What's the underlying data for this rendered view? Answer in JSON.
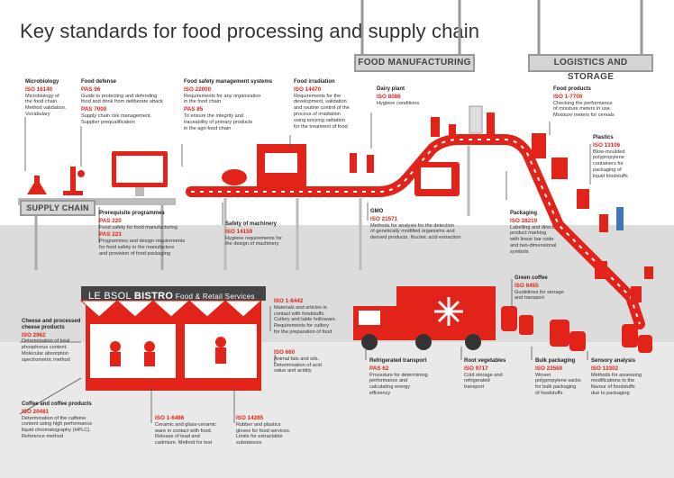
{
  "title": "Key standards for food processing and supply chain",
  "signs": {
    "food_manufacturing": "FOOD MANUFACTURING",
    "logistics_storage": "LOGISTICS AND STORAGE",
    "supply_chain": "SUPPLY CHAIN"
  },
  "restaurant": {
    "name_a": "LE BSOL ",
    "name_b": "BISTRO",
    "name_c": " Food & Retail Services"
  },
  "blocks": [
    {
      "id": "microbiology",
      "heading": "Microbiology",
      "entries": [
        {
          "iso": "ISO 16140",
          "desc": [
            "Microbiology of",
            "the food chain.",
            "Method validation.",
            "Vocabulary"
          ]
        }
      ]
    },
    {
      "id": "food-defense",
      "heading": "Food defense",
      "entries": [
        {
          "iso": "PAS 96",
          "desc": [
            "Guide to protecting and defending",
            "food and drink from deliberate attack"
          ]
        },
        {
          "iso": "PAS 7000",
          "desc": [
            "Supply chain risk management.",
            "Supplier prequalification"
          ]
        }
      ]
    },
    {
      "id": "fsms",
      "heading": "Food safety management systems",
      "entries": [
        {
          "iso": "ISO 22000",
          "desc": [
            "Requirements for any organization",
            "in the food chain"
          ]
        },
        {
          "iso": "PAS 85",
          "desc": [
            "To ensure the integrity and",
            "traceability of primary products",
            "in the agri-food chain"
          ]
        }
      ]
    },
    {
      "id": "irradiation",
      "heading": "Food irradiation",
      "entries": [
        {
          "iso": "ISO 14470",
          "desc": [
            "Requirements for the",
            "development, validation",
            "and routine control of the",
            "process of irradiation",
            "using ionizing radiation",
            "for the treatment of food"
          ]
        }
      ]
    },
    {
      "id": "dairy",
      "heading": "Dairy plant",
      "entries": [
        {
          "iso": "ISO 8086",
          "desc": [
            "Hygiene conditions"
          ]
        }
      ]
    },
    {
      "id": "food-products",
      "heading": "Food products",
      "entries": [
        {
          "iso": "ISO 1-7700",
          "desc": [
            "Checking the performance",
            "of moisture meters in use.",
            "Moisture meters for cereals"
          ]
        }
      ]
    },
    {
      "id": "plastics",
      "heading": "Plastics",
      "entries": [
        {
          "iso": "ISO 13106",
          "desc": [
            "Blow-moulded",
            "polypropylene",
            "containers for",
            "packaging of",
            "liquid foodstuffs"
          ]
        }
      ]
    },
    {
      "id": "prerequisite",
      "heading": "Prerequisite programmes",
      "entries": [
        {
          "iso": "PAS 220",
          "desc": [
            "Food safety for food manufacturing"
          ]
        },
        {
          "iso": "PAS 223",
          "desc": [
            "Programmes and design requirements",
            "for food safety in the manufacture",
            "and provision of food packaging"
          ]
        }
      ]
    },
    {
      "id": "machinery",
      "heading": "Safety of machinery",
      "entries": [
        {
          "iso": "ISO 14159",
          "desc": [
            "Hygiene requirements for",
            "the design of machinery"
          ]
        }
      ]
    },
    {
      "id": "gmo",
      "heading": "GMO",
      "entries": [
        {
          "iso": "ISO 21571",
          "desc": [
            "Methods for analysis for the detection",
            "of genetically modified organisms and",
            "derived products. Nucleic acid extraction"
          ]
        }
      ]
    },
    {
      "id": "packaging",
      "heading": "Packaging",
      "entries": [
        {
          "iso": "ISO 28219",
          "desc": [
            "Labelling and direct",
            "product marking",
            "with linear bar code",
            "and two-dimensional",
            "symbols"
          ]
        }
      ]
    },
    {
      "id": "green-coffee",
      "heading": "Green coffee",
      "entries": [
        {
          "iso": "ISO 8455",
          "desc": [
            "Guidelines for storage",
            "and transport"
          ]
        }
      ]
    },
    {
      "id": "cheese",
      "heading": "Cheese and processed cheese products",
      "entries": [
        {
          "iso": "ISO 2962",
          "desc": [
            "Determination of total",
            "phosphorus content.",
            "Molecular absorption",
            "spectrometric method"
          ]
        }
      ]
    },
    {
      "id": "iso-1-8442",
      "heading": "",
      "entries": [
        {
          "iso": "ISO 1-8442",
          "desc": [
            "Materials and articles in",
            "contact with foodstuffs.",
            "Cutlery and table holloware.",
            "Requirements for cutlery",
            "for the preparation of food"
          ]
        }
      ]
    },
    {
      "id": "iso-660",
      "heading": "",
      "entries": [
        {
          "iso": "ISO 660",
          "desc": [
            "Animal fats and oils.",
            "Determination of acid",
            "value and acidity"
          ]
        }
      ]
    },
    {
      "id": "coffee",
      "heading": "Coffee and coffee products",
      "entries": [
        {
          "iso": "ISO 20481",
          "desc": [
            "Determination of the caffeine",
            "content using high performance",
            "liquid chromatography (HPLC).",
            "Reference method"
          ]
        }
      ]
    },
    {
      "id": "iso-1-6486",
      "heading": "",
      "entries": [
        {
          "iso": "ISO 1-6486",
          "desc": [
            "Ceramic and glass-ceramic",
            "ware in contact with food.",
            "Release of lead and",
            "cadmium. Method for test"
          ]
        }
      ]
    },
    {
      "id": "iso-14285",
      "heading": "",
      "entries": [
        {
          "iso": "ISO 14285",
          "desc": [
            "Rubber and plastics",
            "gloves for food services.",
            "Limits for extractable",
            "substances"
          ]
        }
      ]
    },
    {
      "id": "refrigerated",
      "heading": "Refrigerated transport",
      "entries": [
        {
          "iso": "PAS 62",
          "desc": [
            "Procedure for determining",
            "performance and",
            "calculating energy",
            "efficiency"
          ]
        }
      ]
    },
    {
      "id": "root-veg",
      "heading": "Root vegetables",
      "entries": [
        {
          "iso": "ISO 9717",
          "desc": [
            "Cold storage and",
            "refrigerated",
            "transport"
          ]
        }
      ]
    },
    {
      "id": "bulk",
      "heading": "Bulk packaging",
      "entries": [
        {
          "iso": "ISO 23560",
          "desc": [
            "Woven",
            "polypropylene sacks",
            "for bulk packaging",
            "of foodstuffs"
          ]
        }
      ]
    },
    {
      "id": "sensory",
      "heading": "Sensory analysis",
      "entries": [
        {
          "iso": "ISO 13302",
          "desc": [
            "Methods for assessing",
            "modifications to the",
            "flavour of foodstuffs",
            "due to packaging"
          ]
        }
      ]
    }
  ]
}
